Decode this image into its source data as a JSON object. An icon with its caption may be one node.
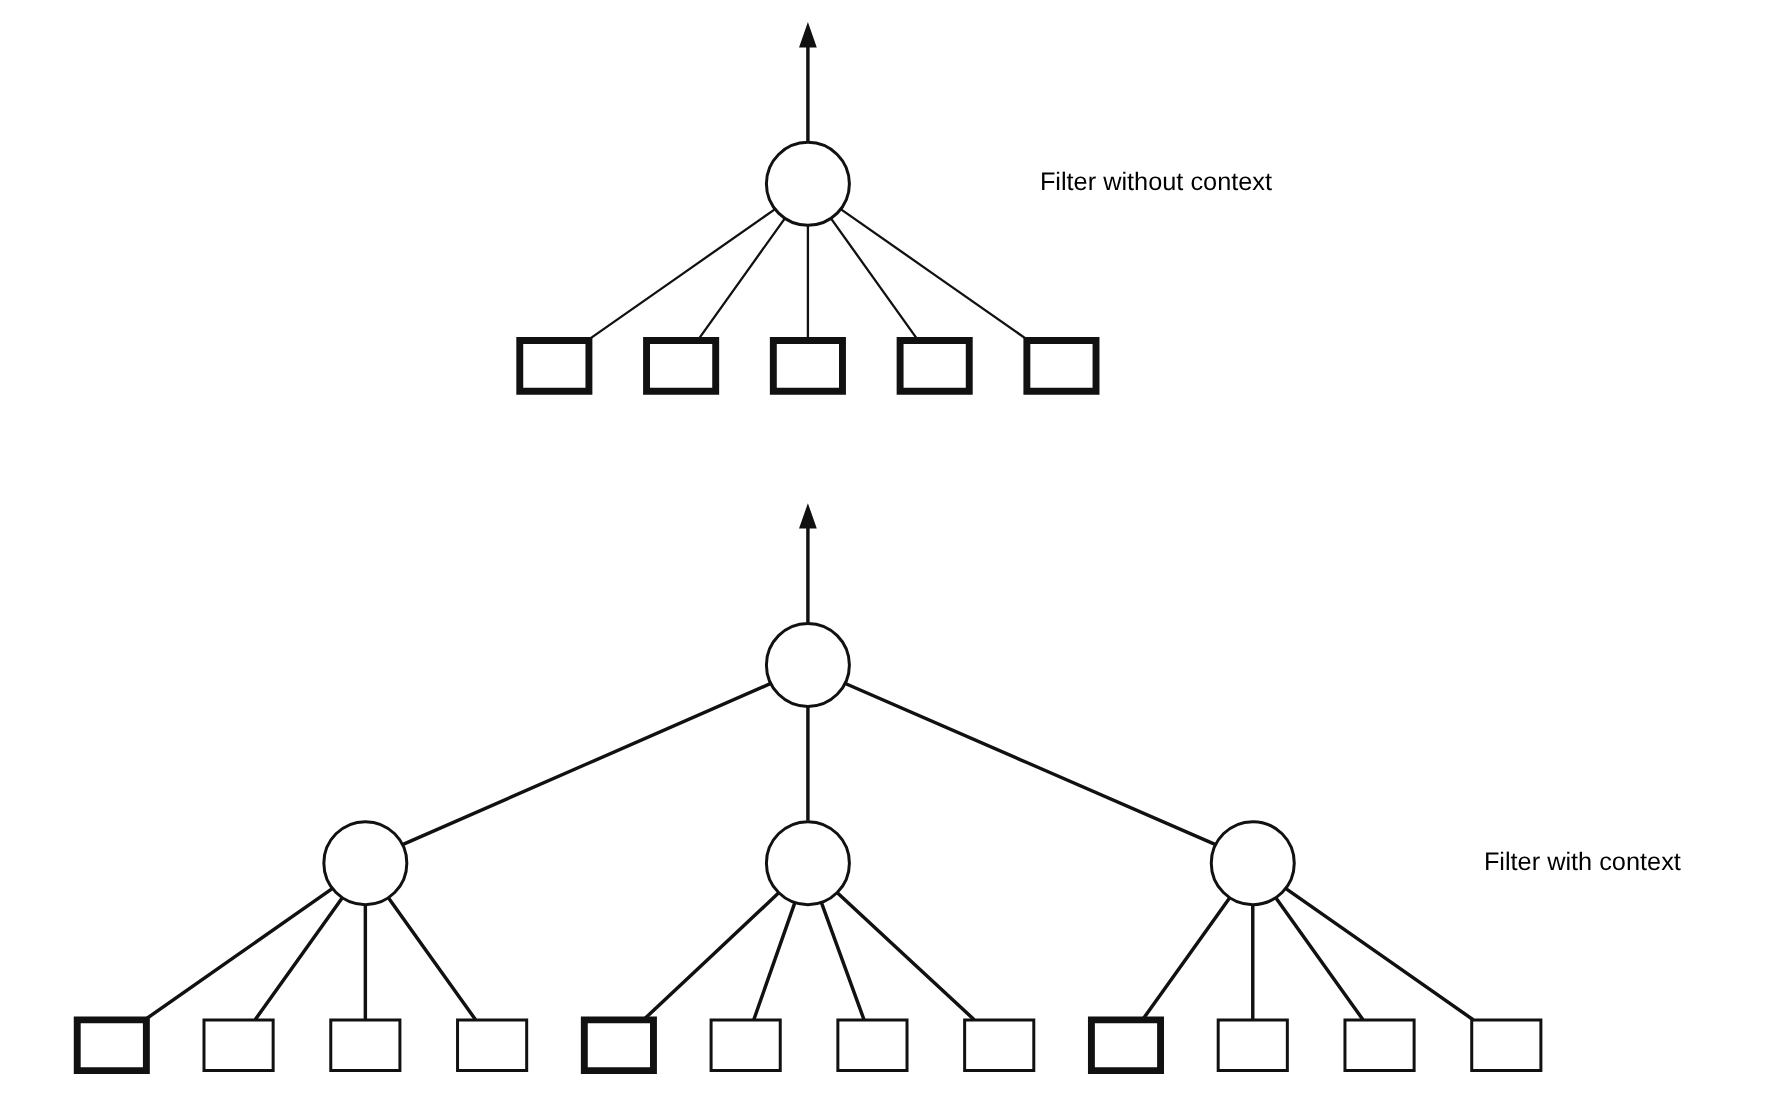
{
  "diagram": {
    "nodes": [
      {
        "text": [],
        "shape": "circle"
      },
      {
        "text": [],
        "shape": "box"
      },
      {
        "text": [],
        "shape": "box"
      },
      {
        "text": [],
        "shape": "box"
      },
      {
        "text": [],
        "shape": "box"
      },
      {
        "text": [],
        "shape": "box"
      },
      {
        "text": [],
        "shape": "circle"
      },
      {
        "text": [],
        "shape": "circle"
      },
      {
        "text": [],
        "shape": "circle"
      },
      {
        "text": [],
        "shape": "circle"
      },
      {
        "text": [],
        "shape": "box"
      },
      {
        "text": [],
        "shape": "box"
      },
      {
        "text": [],
        "shape": "box"
      },
      {
        "text": [],
        "shape": "box"
      },
      {
        "text": [],
        "shape": "box"
      },
      {
        "text": [],
        "shape": "box"
      },
      {
        "text": [],
        "shape": "box"
      },
      {
        "text": [],
        "shape": "box"
      },
      {
        "text": [],
        "shape": "box"
      },
      {
        "text": [],
        "shape": "box"
      },
      {
        "text": [],
        "shape": "box"
      },
      {
        "text": [],
        "shape": "box"
      }
    ],
    "edges": [
      {
        "from": 0,
        "to": null,
        "arrow": "to"
      },
      {
        "from": 1,
        "to": 0,
        "arrow": "none"
      },
      {
        "from": 2,
        "to": 0,
        "arrow": "none"
      },
      {
        "from": 3,
        "to": 0,
        "arrow": "none"
      },
      {
        "from": 4,
        "to": 0,
        "arrow": "none"
      },
      {
        "from": 5,
        "to": 0,
        "arrow": "none"
      },
      {
        "from": 6,
        "to": null,
        "arrow": "to"
      },
      {
        "from": 7,
        "to": 6,
        "arrow": "none"
      },
      {
        "from": 8,
        "to": 6,
        "arrow": "none"
      },
      {
        "from": 9,
        "to": 6,
        "arrow": "none"
      },
      {
        "from": 10,
        "to": 7,
        "arrow": "none"
      },
      {
        "from": 11,
        "to": 7,
        "arrow": "none"
      },
      {
        "from": 12,
        "to": 7,
        "arrow": "none"
      },
      {
        "from": 13,
        "to": 7,
        "arrow": "none"
      },
      {
        "from": 14,
        "to": 8,
        "arrow": "none"
      },
      {
        "from": 15,
        "to": 8,
        "arrow": "none"
      },
      {
        "from": 16,
        "to": 8,
        "arrow": "none"
      },
      {
        "from": 17,
        "to": 8,
        "arrow": "none"
      },
      {
        "from": 18,
        "to": 9,
        "arrow": "none"
      },
      {
        "from": 19,
        "to": 9,
        "arrow": "none"
      },
      {
        "from": 20,
        "to": 9,
        "arrow": "none"
      },
      {
        "from": 21,
        "to": 9,
        "arrow": "none"
      }
    ],
    "labels": [
      "Filter without context",
      "Filter with context"
    ]
  }
}
